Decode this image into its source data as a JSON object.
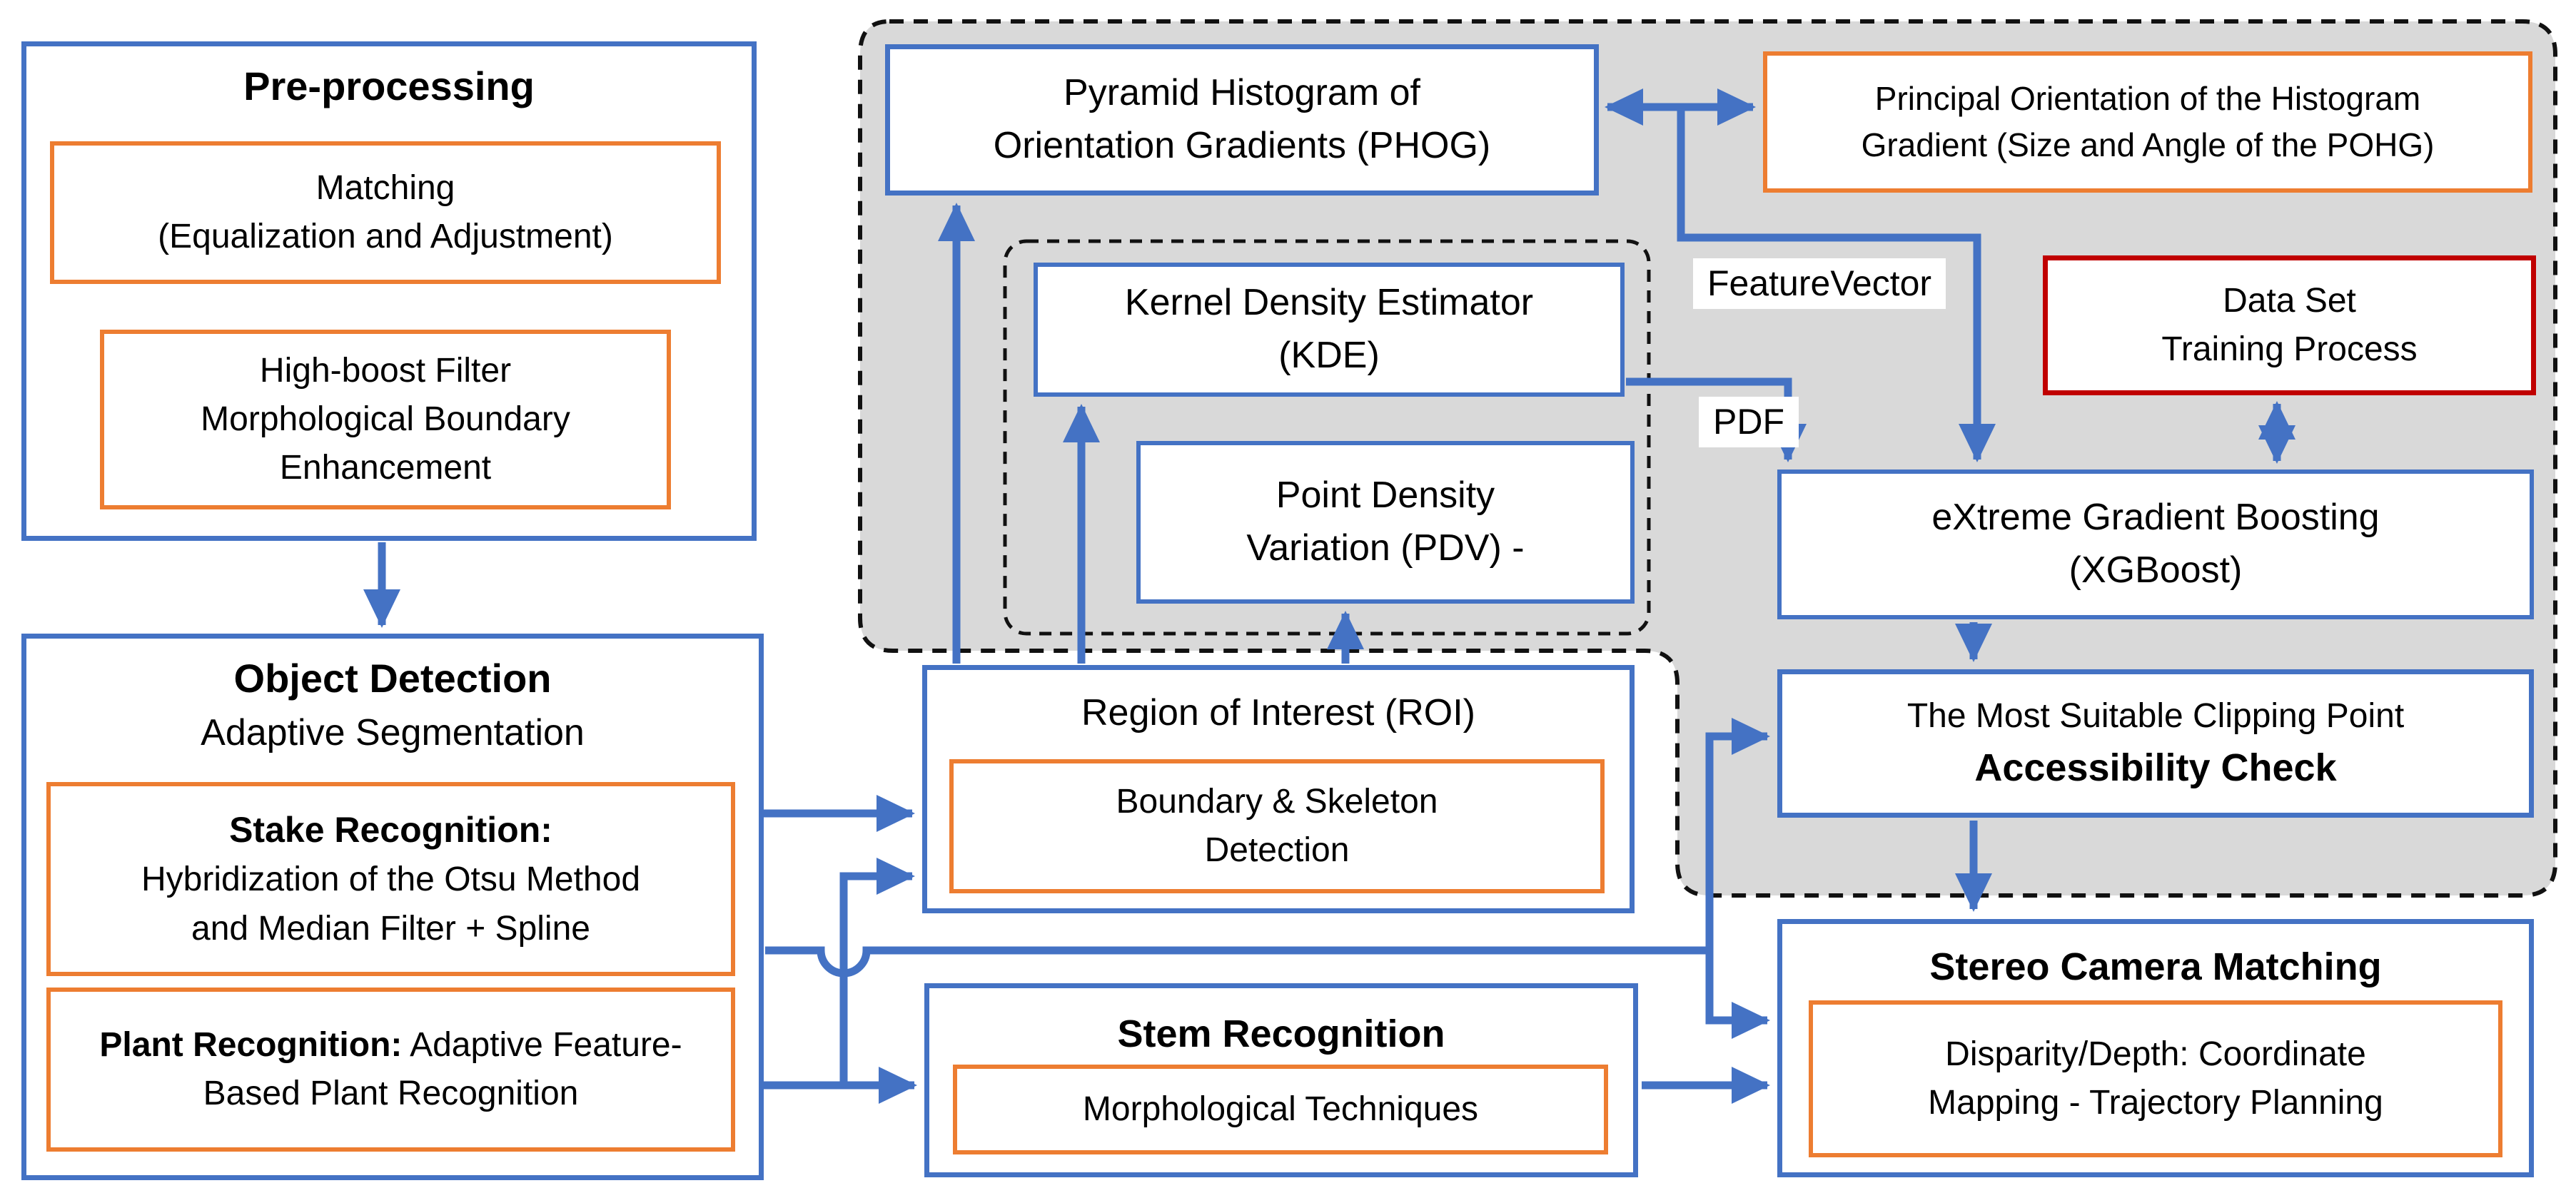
{
  "colors": {
    "accent_blue": "#4472C4",
    "accent_orange": "#ED7D31",
    "accent_red": "#C00000",
    "container_gray": "#D9D9D9"
  },
  "pre_processing": {
    "title": "Pre-processing",
    "matching": [
      "Matching",
      "(Equalization and Adjustment)"
    ],
    "high_boost": [
      "High-boost Filter",
      "Morphological Boundary",
      "Enhancement"
    ]
  },
  "object_detection": {
    "title": "Object Detection",
    "subtitle": "Adaptive Segmentation",
    "stake_title": "Stake Recognition:",
    "stake_body": [
      "Hybridization of the Otsu Method",
      "and Median Filter + Spline"
    ],
    "plant_title": "Plant Recognition:",
    "plant_body": " Adaptive Feature-Based Plant Recognition"
  },
  "feature_block": {
    "phog": [
      "Pyramid Histogram of",
      "Orientation Gradients (PHOG)"
    ],
    "pohg": [
      "Principal Orientation of the Histogram",
      "Gradient (Size and Angle of the POHG)"
    ],
    "kde": [
      "Kernel Density Estimator",
      "(KDE)"
    ],
    "pdv": [
      "Point Density",
      "Variation (PDV) -"
    ],
    "feature_vector_label": "FeatureVector",
    "pdf_label": "PDF",
    "data_set": [
      "Data Set",
      "Training Process"
    ],
    "xgboost": [
      "eXtreme Gradient Boosting",
      "(XGBoost)"
    ],
    "clipping_point": "The Most Suitable Clipping Point",
    "accessibility": "Accessibility Check"
  },
  "roi": {
    "title": "Region of Interest (ROI)",
    "boundary": [
      "Boundary & Skeleton",
      "Detection"
    ]
  },
  "stem": {
    "title": "Stem Recognition",
    "morphological": "Morphological Techniques"
  },
  "stereo": {
    "title": "Stereo Camera Matching",
    "disparity": [
      "Disparity/Depth: Coordinate",
      "Mapping - Trajectory Planning"
    ]
  }
}
